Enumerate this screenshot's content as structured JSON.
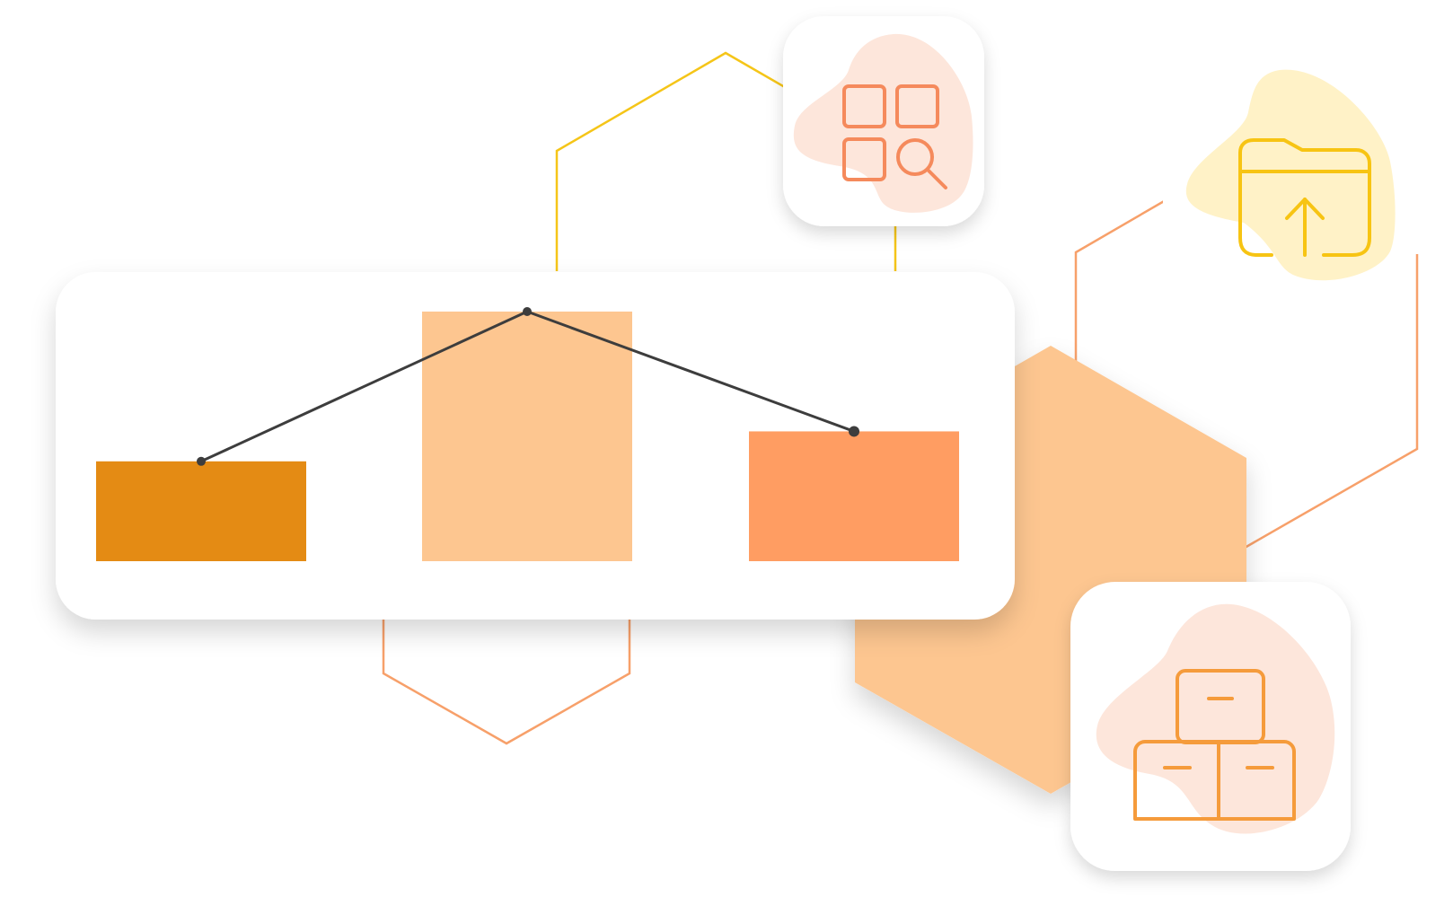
{
  "colors": {
    "background": "#ffffff",
    "card": "#ffffff",
    "hex_fill": "#fdc690",
    "outline_yellow": "#f5c518",
    "outline_orange": "#f7a06a",
    "chart_line": "#3d3d3d",
    "apps_icon": "#f58a5c",
    "apps_blob": "#fde6db",
    "upload_icon": "#f7c413",
    "upload_blob": "#fff2c7",
    "boxes_icon": "#f59b3b",
    "boxes_blob": "#fde6db"
  },
  "chart_data": {
    "type": "bar",
    "categories": [
      "",
      "",
      ""
    ],
    "values": [
      1.0,
      2.5,
      1.3
    ],
    "bar_colors": [
      "#e48b14",
      "#fdc690",
      "#ff9d62"
    ],
    "ylim": [
      0,
      2.5
    ],
    "overlay_line": true,
    "legend": "none",
    "grid": false,
    "title": "",
    "xlabel": "",
    "ylabel": ""
  },
  "icons": {
    "apps_search": "apps-grid-search-icon",
    "folder_upload": "folder-upload-icon",
    "boxes": "stacked-boxes-icon"
  }
}
